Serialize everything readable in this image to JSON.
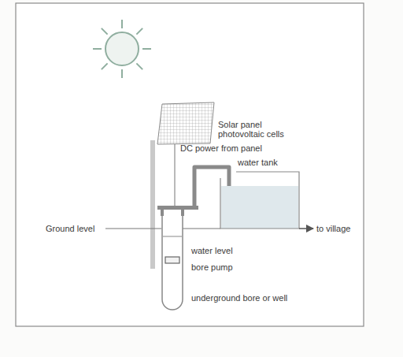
{
  "diagram": {
    "labels": [
      "Solar panel photovoltaic cells",
      "DC power from panel",
      "water tank",
      "Ground level",
      "to village",
      "water level",
      "bore pump",
      "underground bore or well"
    ]
  }
}
